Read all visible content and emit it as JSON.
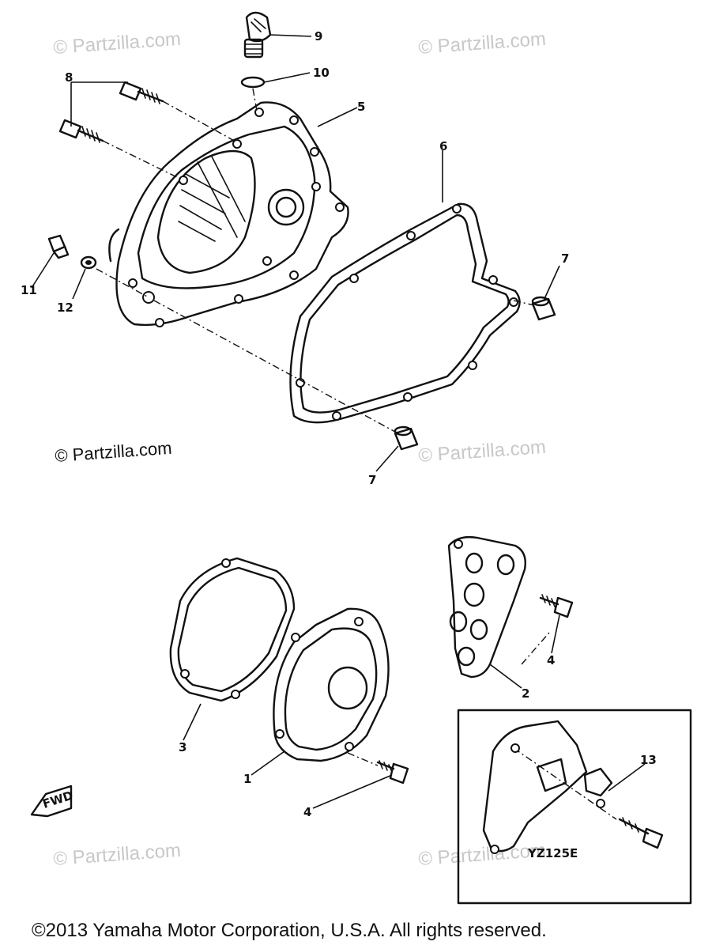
{
  "watermarks": {
    "w1": "© Partzilla.com",
    "w2": "© Partzilla.com",
    "w3": "© Partzilla.com",
    "w4": "© Partzilla.com",
    "w5": "© Partzilla.com",
    "w6": "© Partzilla.com"
  },
  "callouts": {
    "c1": "1",
    "c2": "2",
    "c3": "3",
    "c4a": "4",
    "c4b": "4",
    "c5": "5",
    "c6": "6",
    "c7a": "7",
    "c7b": "7",
    "c8": "8",
    "c9": "9",
    "c10": "10",
    "c11": "11",
    "c12": "12",
    "c13": "13"
  },
  "inset": {
    "model": "YZ125E"
  },
  "direction_tag": "FWD",
  "copyright": "©2013  Yamaha Motor Corporation, U.S.A. All rights reserved."
}
